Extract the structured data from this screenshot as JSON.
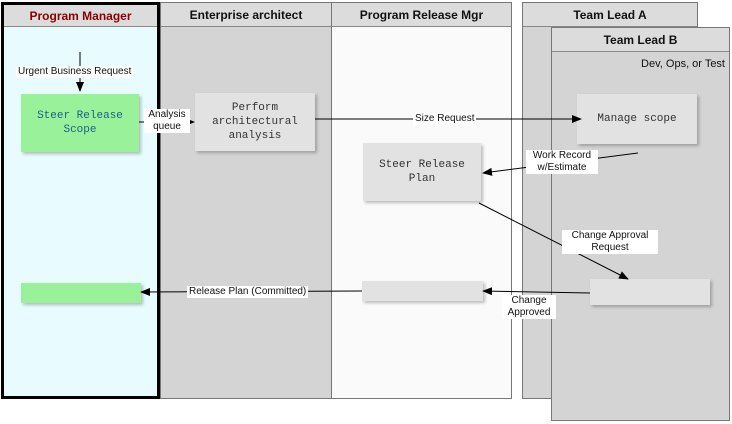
{
  "lanes": {
    "program_manager": "Program Manager",
    "enterprise_architect": "Enterprise architect",
    "program_release_mgr": "Program Release Mgr",
    "team_lead_a": "Team Lead A",
    "team_lead_b": "Team Lead B",
    "team_lead_b_sub": "Dev, Ops, or Test"
  },
  "boxes": {
    "steer_release_scope": "Steer Release Scope",
    "perform_architectural_analysis": "Perform architectural analysis",
    "steer_release_plan": "Steer Release Plan",
    "manage_scope": "Manage scope"
  },
  "labels": {
    "urgent_business_request": "Urgent Business Request",
    "analysis_queue": "Analysis queue",
    "size_request": "Size Request",
    "work_record": "Work Record w/Estimate",
    "change_approval_request": "Change Approval Request",
    "release_plan_committed": "Release Plan (Committed)",
    "change_approved": "Change Approved"
  },
  "colors": {
    "program_manager_header_text": "#8b0000",
    "program_manager_lane_bg": "#e8fbff",
    "architect_lane_bg": "#d4d4d4",
    "release_mgr_lane_bg": "#fafafa",
    "team_lead_bg": "#d4d4d4",
    "green_box": "#99f299",
    "gray_box": "#e2e2e2"
  }
}
